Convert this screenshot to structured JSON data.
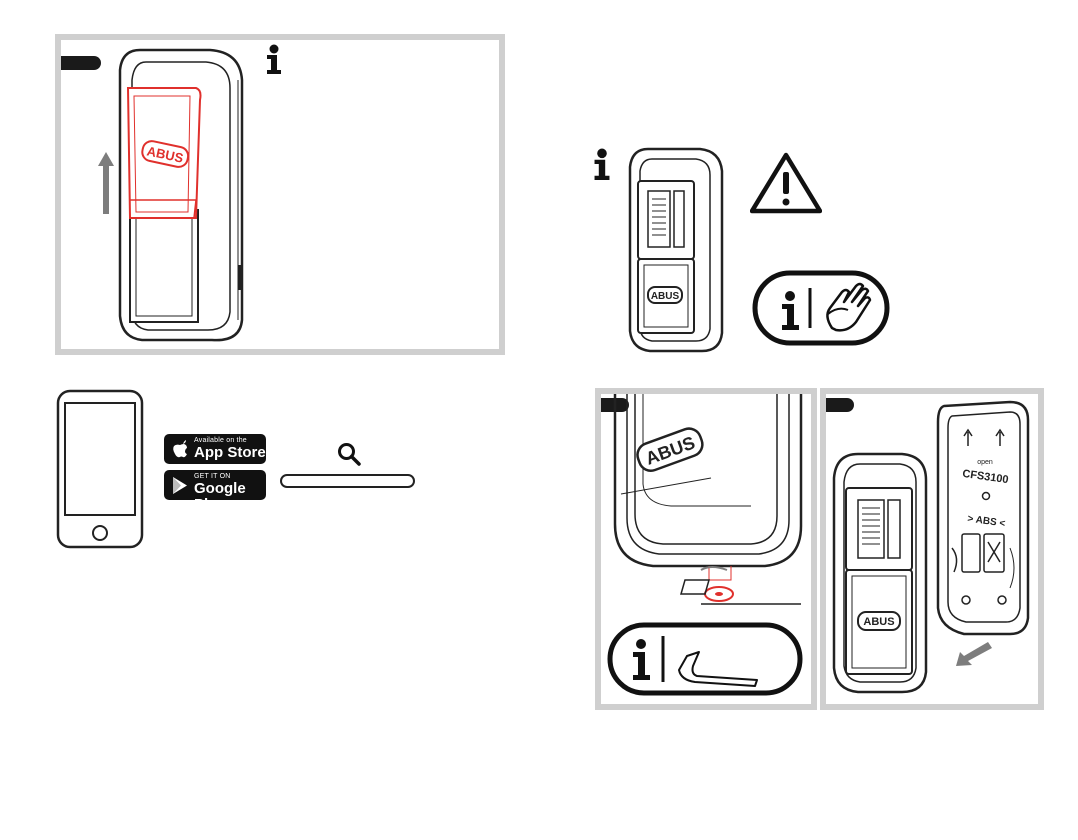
{
  "brand": {
    "logo_text": "ABUS",
    "accent_red": "#e0302c",
    "panel_border": "#cfcfcf",
    "arrow_gray": "#7d7d7d"
  },
  "app_badges": {
    "app_store_small": "Available on the",
    "app_store_big": "App Store",
    "google_play_small": "GET IT ON",
    "google_play_big": "Google Play"
  },
  "icons": [
    "info-icon",
    "warning-icon",
    "info-clean-icon",
    "info-hex-key-icon",
    "search-icon",
    "smartphone-icon",
    "apple-icon",
    "google-play-icon"
  ],
  "back_plate": {
    "label_open": "open",
    "model": "CFS3100",
    "marking": "> ABS <"
  }
}
